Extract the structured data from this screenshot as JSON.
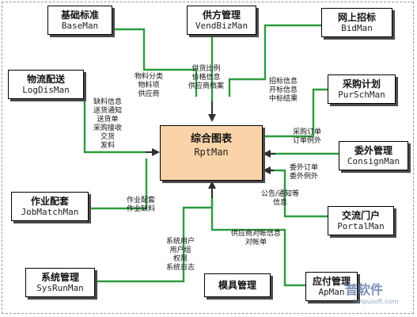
{
  "nodes": {
    "baseman": {
      "cn": "基础标准",
      "en": "BaseMan"
    },
    "vendbizman": {
      "cn": "供方管理",
      "en": "VendBizMan"
    },
    "bidman": {
      "cn": "网上招标",
      "en": "BidMan"
    },
    "logdisman": {
      "cn": "物流配送",
      "en": "LogDisMan"
    },
    "purschman": {
      "cn": "采购计划",
      "en": "PurSchMan"
    },
    "rptman": {
      "cn": "综合图表",
      "en": "RptMan"
    },
    "consignman": {
      "cn": "委外管理",
      "en": "ConsignMan"
    },
    "jobmatchman": {
      "cn": "作业配套",
      "en": "JobMatchMan"
    },
    "portalman": {
      "cn": "交流门户",
      "en": "PortalMan"
    },
    "sysrunman": {
      "cn": "系统管理",
      "en": "SysRunMan"
    },
    "mold": {
      "cn": "模具管理",
      "en": ""
    },
    "apman": {
      "cn": "应付管理",
      "en": "ApMan"
    }
  },
  "labels": {
    "base": [
      "物料分类",
      "物料项",
      "供应商"
    ],
    "vend": [
      "供货比例",
      "价格信息",
      "供应商档案"
    ],
    "bid": [
      "招标信息",
      "开标信息",
      "中标结果"
    ],
    "log": [
      "缺料信息",
      "送货通知",
      "送货单",
      "采购接收",
      "交货",
      "发料"
    ],
    "pur": [
      "采购订单",
      "订单例外"
    ],
    "consign": [
      "委外订单",
      "委外例外"
    ],
    "portal": [
      "公告/通知等",
      "信息"
    ],
    "job": [
      "作业配套",
      "作业缺料"
    ],
    "sys": [
      "系统用户",
      "用户组",
      "权限",
      "系统日志"
    ],
    "ap": [
      "供应商对帐信息",
      "对帐单"
    ]
  },
  "watermark": {
    "text": "普软件",
    "url": "fanpusoft.com"
  }
}
